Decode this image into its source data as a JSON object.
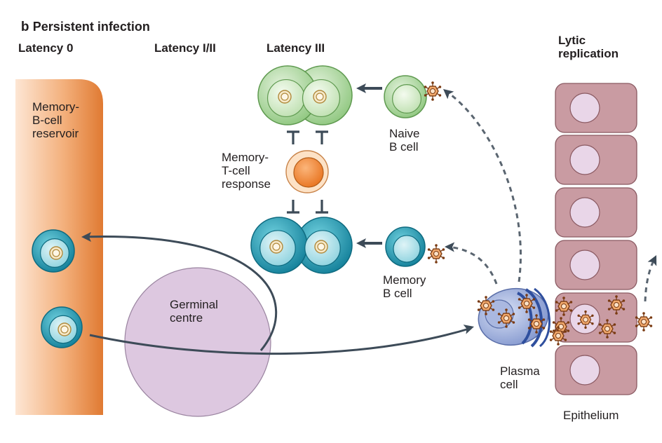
{
  "panel": {
    "letter": "b",
    "title": "Persistent infection"
  },
  "stages": {
    "latency0": "Latency 0",
    "latency12": "Latency I/II",
    "latency3": "Latency III",
    "lytic": "Lytic\nreplication"
  },
  "labels": {
    "reservoir": "Memory-\nB-cell\nreservoir",
    "germinal": "Germinal\ncentre",
    "tcell": "Memory-\nT-cell\nresponse",
    "naive": "Naive\nB cell",
    "memory": "Memory\nB cell",
    "plasma": "Plasma\ncell",
    "epithelium": "Epithelium"
  },
  "colors": {
    "reservoir": "#e88a45",
    "green_cell": "#a9d49a",
    "teal_cell": "#2aa7bd",
    "tcell": "#ef8a3c",
    "germinal": "#ddc8e0",
    "plasma": "#8da2d6",
    "epithelium": "#c99ba2",
    "virion": "#e2955a",
    "arrow": "#3d4b58"
  },
  "icons": {
    "virion": "virus-particle-icon",
    "inhibit": "inhibition-bar-icon",
    "arrow": "arrow-icon"
  }
}
